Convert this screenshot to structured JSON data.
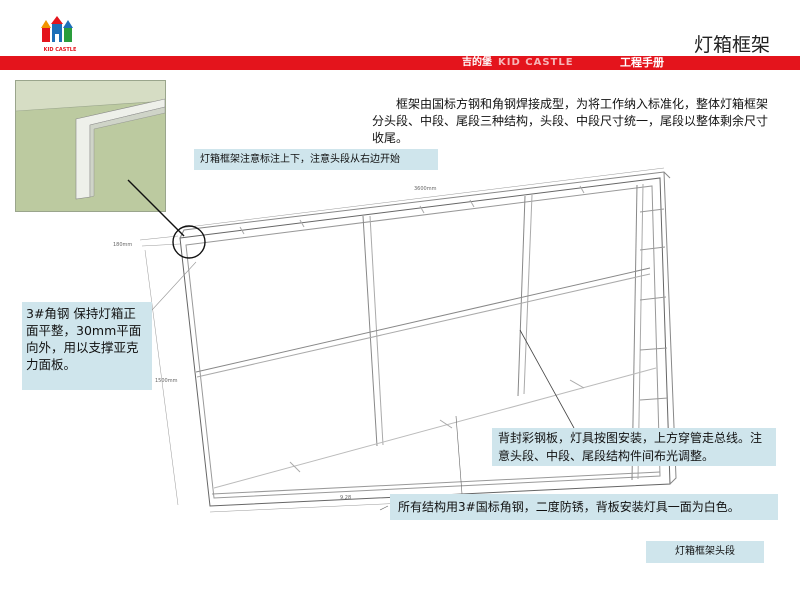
{
  "header": {
    "title": "灯箱框架",
    "brand_cn": "吉的堡",
    "brand_en": "KID CASTLE",
    "manual_label": "工程手册",
    "logo_text": "KID CASTLE"
  },
  "intro_text": "框架由国标方钢和角钢焊接成型，为将工作纳入标准化，整体灯箱框架分头段、中段、尾段三种结构，头段、中段尺寸统一，尾段以整体剩余尺寸收尾。",
  "notes": {
    "top": "灯箱框架注意标注上下，注意头段从右边开始",
    "left": "3#角钢 保持灯箱正面平整，30mm平面向外，用以支撑亚克力面板。",
    "right": "背封彩钢板，灯具按图安装，上方穿管走总线。注意头段、中段、尾段结构件间布光调整。",
    "bottom": "所有结构用3#国标角钢，二度防锈，背板安装灯具一面为白色。"
  },
  "dimensions": {
    "length": "3600mm",
    "depth": "180mm",
    "height": "1500mm",
    "small": "9.28"
  },
  "caption": "灯箱框架头段",
  "colors": {
    "accent_red": "#e4141c",
    "note_bg": "#cfe5ec"
  }
}
